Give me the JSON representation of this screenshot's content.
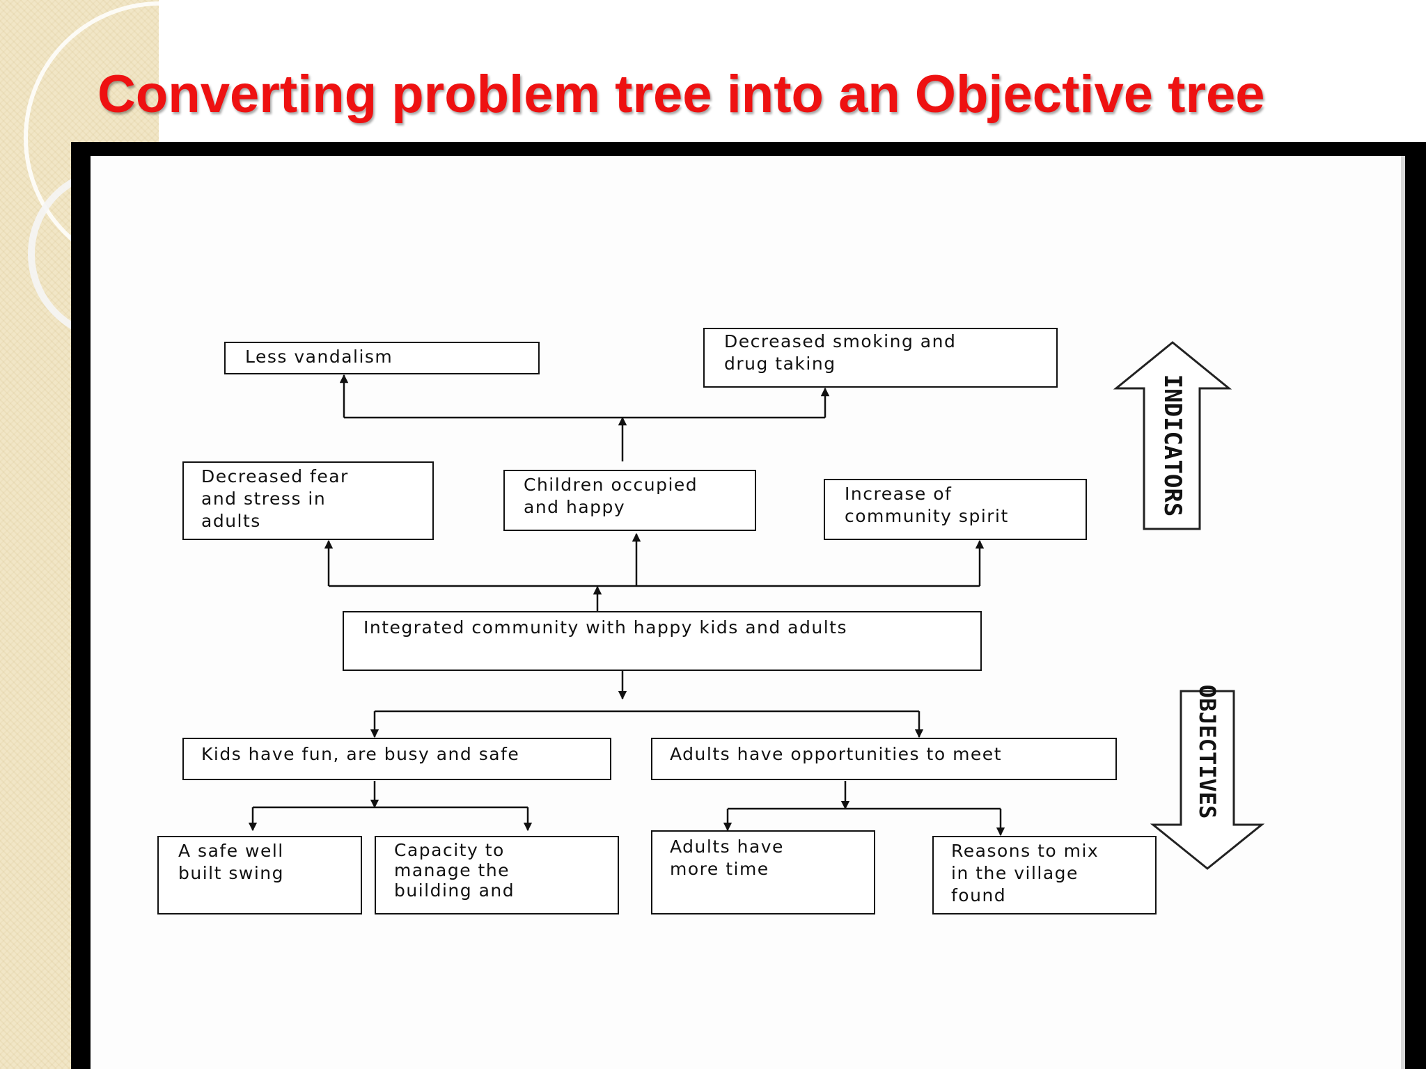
{
  "slide": {
    "title": "Converting problem tree into an Objective tree"
  },
  "diagram": {
    "indicators": {
      "less_vandalism": "Less vandalism",
      "decreased_smoking": "Decreased smoking and\ndrug taking",
      "decreased_fear": "Decreased fear\nand stress in\nadults",
      "children_occupied": "Children occupied\nand happy",
      "community_spirit": "Increase of\ncommunity spirit"
    },
    "core_objective": "Integrated community with happy kids and adults",
    "objectives": {
      "kids_fun": "Kids have fun, are busy and safe",
      "adults_meet": "Adults have opportunities to meet",
      "safe_swing": "A safe well\nbuilt swing",
      "capacity_manage": "Capacity to\nmanage the\nbuilding and",
      "adults_time": "Adults have\nmore time",
      "reasons_mix": "Reasons to mix\nin the village\nfound"
    },
    "side_arrows": {
      "up_label": "INDICATORS",
      "down_label": "OBJECTIVES"
    }
  }
}
